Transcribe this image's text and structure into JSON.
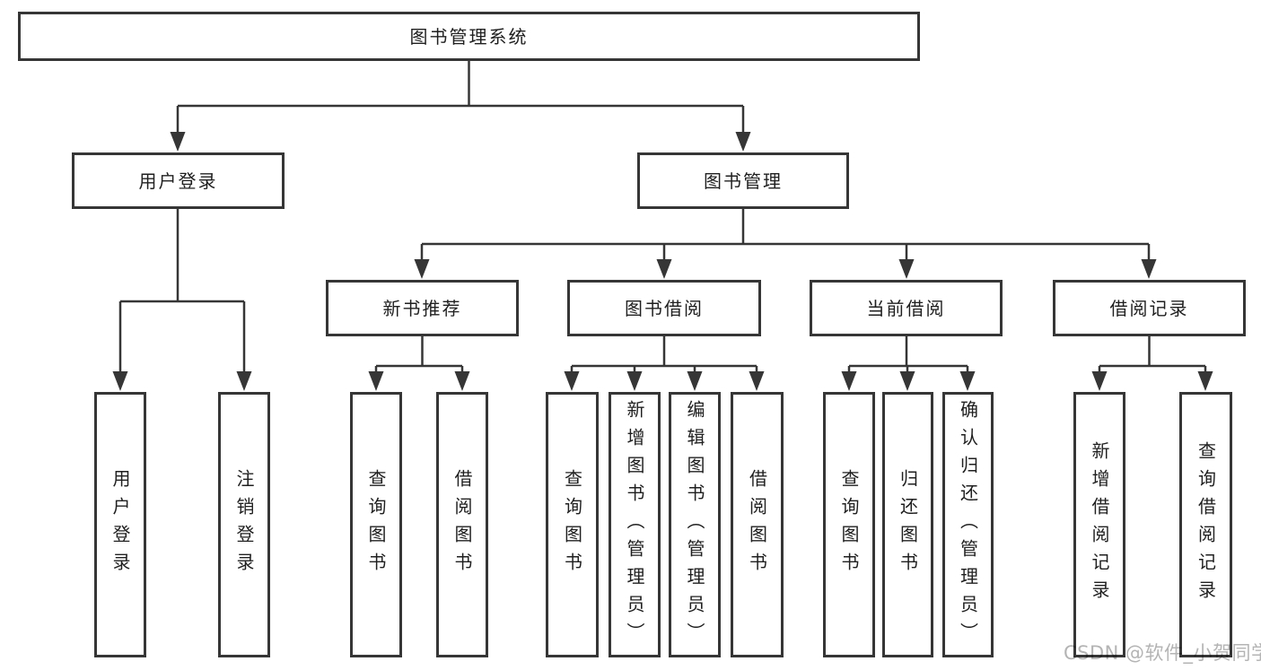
{
  "colors": {
    "line": "#363636",
    "box_border": "#363636",
    "text": "#1f1f1f",
    "watermark": "#b4b4b4",
    "background": "#ffffff"
  },
  "watermark": {
    "text": "CSDN @软件_小贺同学"
  },
  "tree": {
    "root": {
      "label": "图书管理系统"
    },
    "branches": [
      {
        "label": "用户登录",
        "children": [
          {
            "label": "用户登录"
          },
          {
            "label": "注销登录"
          }
        ]
      },
      {
        "label": "图书管理",
        "children": [
          {
            "label": "新书推荐",
            "children": [
              {
                "label": "查询图书"
              },
              {
                "label": "借阅图书"
              }
            ]
          },
          {
            "label": "图书借阅",
            "children": [
              {
                "label": "查询图书"
              },
              {
                "label": "新增图书（管理员）"
              },
              {
                "label": "编辑图书（管理员）"
              },
              {
                "label": "借阅图书"
              }
            ]
          },
          {
            "label": "当前借阅",
            "children": [
              {
                "label": "查询图书"
              },
              {
                "label": "归还图书"
              },
              {
                "label": "确认归还（管理员）"
              }
            ]
          },
          {
            "label": "借阅记录",
            "children": [
              {
                "label": "新增借阅记录"
              },
              {
                "label": "查询借阅记录"
              }
            ]
          }
        ]
      }
    ]
  }
}
